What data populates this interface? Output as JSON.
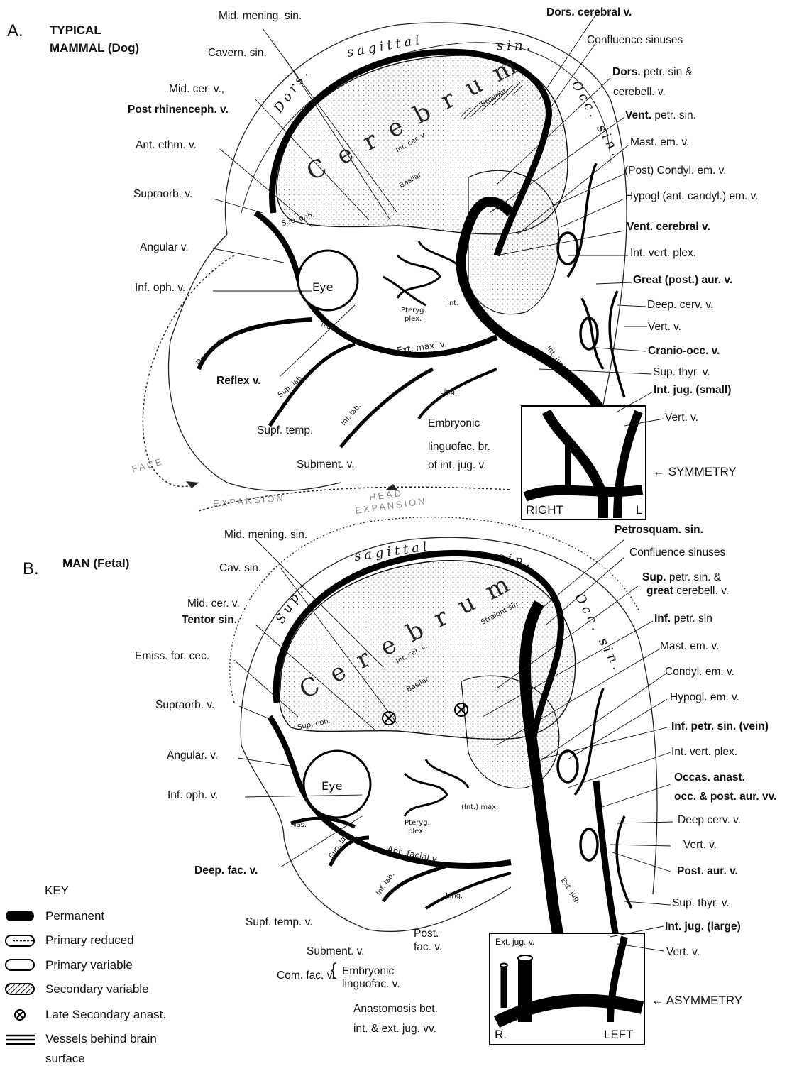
{
  "panels": {
    "a": {
      "letter": "A.",
      "title_line1": "TYPICAL",
      "title_line2": "MAMMAL (Dog)"
    },
    "b": {
      "letter": "B.",
      "title": "MAN (Fetal)"
    }
  },
  "panel_a_labels": {
    "mid_mening_sin": "Mid. mening. sin.",
    "cavern_sin": "Cavern. sin.",
    "mid_cer_v": "Mid. cer. v.,",
    "post_rhinenceph_v": "Post rhinenceph. v.",
    "ant_ethm_v": "Ant. ethm. v.",
    "supraorb_v": "Supraorb. v.",
    "angular_v": "Angular v.",
    "inf_oph_v": "Inf. oph. v.",
    "reflex_v": "Reflex v.",
    "supf_temp": "Supf. temp.",
    "subment_v": "Subment. v.",
    "embryonic_1": "Embryonic",
    "embryonic_2": "linguofac. br.",
    "embryonic_3": "of int. jug. v.",
    "dors_cerebral_v": "Dors. cerebral v.",
    "confluence_sinuses": "Confluence sinuses",
    "dors_petr_bold": "Dors.",
    "dors_petr_rest": "petr. sin &",
    "cerebell_v": "cerebell. v.",
    "vent_petr_bold": "Vent.",
    "vent_petr_rest": "petr. sin.",
    "mast_em_v": "Mast. em. v.",
    "post_condyl": "(Post) Condyl. em. v.",
    "hypogl_ant": "Hypogl (ant. candyl.) em. v.",
    "vent_cerebral_v": "Vent. cerebral v.",
    "int_vert_plex": "Int. vert. plex.",
    "great_post_aur": "Great (post.) aur. v.",
    "deep_cerv_v": "Deep. cerv. v.",
    "vert_v": "Vert. v.",
    "cranio_occ_v": "Cranio-occ. v.",
    "sup_thyr_v": "Sup. thyr. v.",
    "int_jug_small": "Int. jug. (small)",
    "vert_v_2": "Vert. v.",
    "symmetry": "SYMMETRY",
    "right": "RIGHT",
    "l": "L"
  },
  "panel_b_labels": {
    "mid_mening_sin": "Mid. mening. sin.",
    "cav_sin": "Cav. sin.",
    "mid_cer_v": "Mid. cer. v.",
    "tentor_sin": "Tentor sin.",
    "emiss_for_cec": "Emiss. for. cec.",
    "supraorb_v": "Supraorb. v.",
    "angular_v": "Angular. v.",
    "inf_oph_v": "Inf. oph. v.",
    "deep_fac_v": "Deep. fac. v.",
    "supf_temp_v": "Supf. temp. v.",
    "subment_v": "Subment. v.",
    "com_fac_v": "Com. fac. v.",
    "embryonic_1": "Embryonic",
    "embryonic_2": "linguofac. v.",
    "anast_1": "Anastomosis bet.",
    "anast_2": "int. & ext. jug. vv.",
    "post_fac_1": "Post.",
    "post_fac_2": "fac. v.",
    "petrosquam_sin": "Petrosquam. sin.",
    "confluence_sinuses": "Confluence sinuses",
    "sup_petr_bold": "Sup.",
    "sup_petr_rest": "petr. sin. &",
    "great_cerebell_bold": "great",
    "great_cerebell_rest": "cerebell. v.",
    "inf_petr_bold": "Inf.",
    "inf_petr_rest": "petr. sin",
    "mast_em_v": "Mast. em. v.",
    "condyl_em_v": "Condyl. em. v.",
    "hypogl_em_v": "Hypogl. em. v.",
    "inf_petr_sin_vein": "Inf. petr. sin. (vein)",
    "int_vert_plex": "Int. vert. plex.",
    "occas_anast_1": "Occas. anast.",
    "occas_anast_2": "occ. & post. aur. vv.",
    "deep_cerv_v": "Deep cerv. v.",
    "vert_v": "Vert. v.",
    "post_aur_v": "Post. aur. v.",
    "sup_thyr_v": "Sup. thyr. v.",
    "int_jug_large": "Int. jug. (large)",
    "vert_v_2": "Vert. v.",
    "asymmetry": "ASYMMETRY",
    "ext_jug_v": "Ext. jug. v.",
    "r": "R.",
    "left": "LEFT"
  },
  "watermarks": {
    "face": "FACE",
    "expansion": "EXPANSION",
    "head_expansion_1": "HEAD",
    "head_expansion_2": "EXPANSION"
  },
  "key": {
    "title": "KEY",
    "items": [
      {
        "label": "Permanent",
        "icon": "permanent-icon"
      },
      {
        "label": "Primary reduced",
        "icon": "primary-reduced-icon"
      },
      {
        "label": "Primary variable",
        "icon": "primary-variable-icon"
      },
      {
        "label": "Secondary variable",
        "icon": "secondary-variable-icon"
      },
      {
        "label": "Late Secondary anast.",
        "icon": "circled-x-icon"
      },
      {
        "label": "Vessels behind brain",
        "icon": "vessels-behind-icon"
      }
    ],
    "vessels_behind_line2": "surface"
  },
  "drawn_vessel_text": {
    "a": {
      "sup_sag": "sagittal",
      "dors": "Dors.",
      "sin": "sin.",
      "occ_sin": "Occ. sin.",
      "cerebrum": "Cerebrum",
      "ext_max": "Ext. max. v.",
      "inf_lab": "Inf. lab.",
      "sup_lab": "Sup. lab.",
      "dors_nas": "Dors. nas.",
      "fac_v": "(Fac. v.)",
      "eye": "Eye",
      "pteryg": "Pteryg.",
      "plex": "plex.",
      "ling": "Ling.",
      "int_max": "Int.",
      "sup_oph": "Sup. oph.",
      "int_cer_v": "Inr. cer. v.",
      "straight": "Straight",
      "basilar": "Basilar",
      "int_jug_text": "Int. jug."
    },
    "b": {
      "sup_sag": "sagittal",
      "sup": "Sup.",
      "sin": "sin.",
      "occ_sin": "Occ. sin.",
      "cerebrum": "Cerebrum",
      "ant_facial": "Ant. facial v.",
      "inf_lab": "Inf. lab.",
      "sup_lab": "Sup. lab.",
      "nas": "Nas.",
      "eye": "Eye",
      "pteryg": "Pteryg.",
      "plex": "plex.",
      "ling": "Ling.",
      "int_max": "(Int.) max.",
      "sup_oph": "Sup. oph.",
      "int_cer_v": "Inr. cer. v.",
      "straight": "Straight sin.",
      "basilar": "Basilar",
      "ext_jug": "Ext. jug."
    }
  }
}
